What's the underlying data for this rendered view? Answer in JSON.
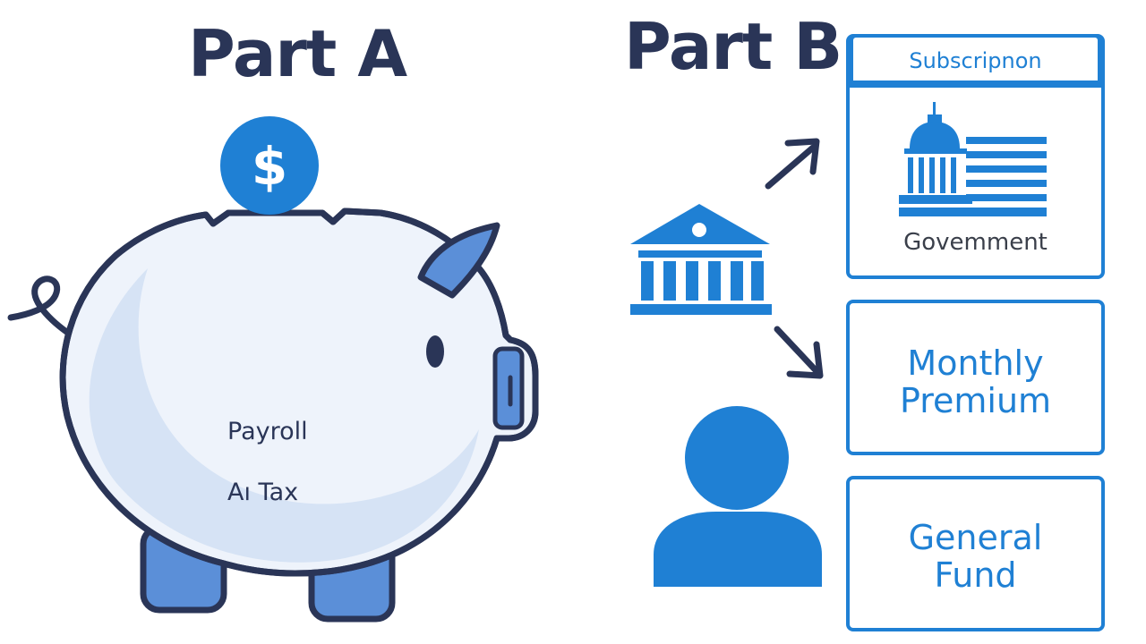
{
  "part_a": {
    "title": "Part A",
    "pig_label_line1": "Payroll",
    "pig_label_line2": "Aı Tax",
    "coin_symbol": "$"
  },
  "part_b": {
    "title": "Part B",
    "government_box": {
      "header": "Subscripnon",
      "label": "Govemment"
    },
    "premium_box": {
      "line1": "Monthly",
      "line2": "Premium"
    },
    "fund_box": {
      "line1": "General",
      "line2": "Fund"
    }
  },
  "colors": {
    "navy": "#2a3557",
    "blue": "#1f80d4",
    "light_blue": "#dce8f7",
    "mid_blue": "#5b8fd8"
  }
}
